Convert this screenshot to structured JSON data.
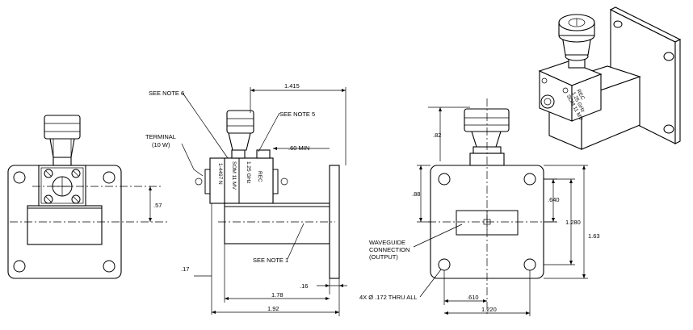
{
  "labels": {
    "see_note_6": "SEE NOTE 6",
    "see_note_5": "SEE NOTE 5",
    "see_note_1": "SEE NOTE 1",
    "terminal_line1": "TERMINAL",
    "terminal_line2": "(10 W)",
    "waveguide_line1": "WAVEGUIDE",
    "waveguide_line2": "CONNECTION",
    "waveguide_line3": "(OUTPUT)",
    "hole_callout": "4X Ø .172 THRU ALL"
  },
  "dimensions": {
    "front_57": ".57",
    "front_17": ".17",
    "side_1415": "1.415",
    "side_60_min": ".60 MIN",
    "side_16": ".16",
    "side_178": "1.78",
    "side_192": "1.92",
    "end_82": ".82",
    "end_88": ".88",
    "end_640": ".640",
    "end_1280": "1.280",
    "end_163": "1.63",
    "end_610": ".610",
    "end_1220": "1.220"
  },
  "body_markings": {
    "line1": "REC",
    "line2": "1.25 GHz",
    "line3": "SOM 11 MV",
    "line4": "1-4497 N"
  }
}
